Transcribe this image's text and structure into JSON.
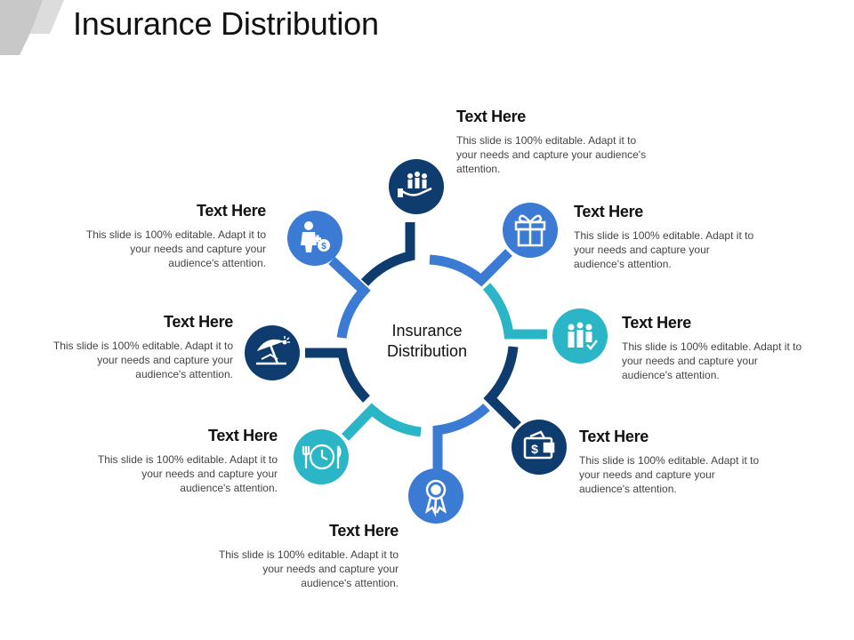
{
  "title": "Insurance Distribution",
  "center": {
    "line1": "Insurance",
    "line2": "Distribution"
  },
  "colors": {
    "dark": "#0f3c6e",
    "blue": "#3b7bd4",
    "teal": "#2bb6c8",
    "text": "#111111",
    "muted": "#444444"
  },
  "items": [
    {
      "title": "Text Here",
      "desc": "This slide is 100% editable. Adapt it to your needs and capture your audience's attention.",
      "icon": "helping-hand-people-icon",
      "color": "dark"
    },
    {
      "title": "Text Here",
      "desc": "This slide is 100% editable. Adapt it to your needs and capture your audience's attention.",
      "icon": "gift-box-icon",
      "color": "blue"
    },
    {
      "title": "Text Here",
      "desc": "This slide is 100% editable. Adapt it to your needs and capture your audience's attention.",
      "icon": "team-check-icon",
      "color": "teal"
    },
    {
      "title": "Text Here",
      "desc": "This slide is 100% editable. Adapt it to your needs and capture your audience's attention.",
      "icon": "wallet-dollar-icon",
      "color": "dark"
    },
    {
      "title": "Text Here",
      "desc": "This slide is 100% editable. Adapt it to your needs and capture your audience's attention.",
      "icon": "award-ribbon-icon",
      "color": "blue"
    },
    {
      "title": "Text Here",
      "desc": "This slide is 100% editable. Adapt it to your needs and capture your audience's attention.",
      "icon": "clock-plate-icon",
      "color": "teal"
    },
    {
      "title": "Text Here",
      "desc": "This slide is 100% editable. Adapt it to your needs and capture your audience's attention.",
      "icon": "beach-umbrella-icon",
      "color": "dark"
    },
    {
      "title": "Text Here",
      "desc": "This slide is 100% editable. Adapt it to your needs and capture your audience's attention.",
      "icon": "person-money-icon",
      "color": "blue"
    }
  ]
}
